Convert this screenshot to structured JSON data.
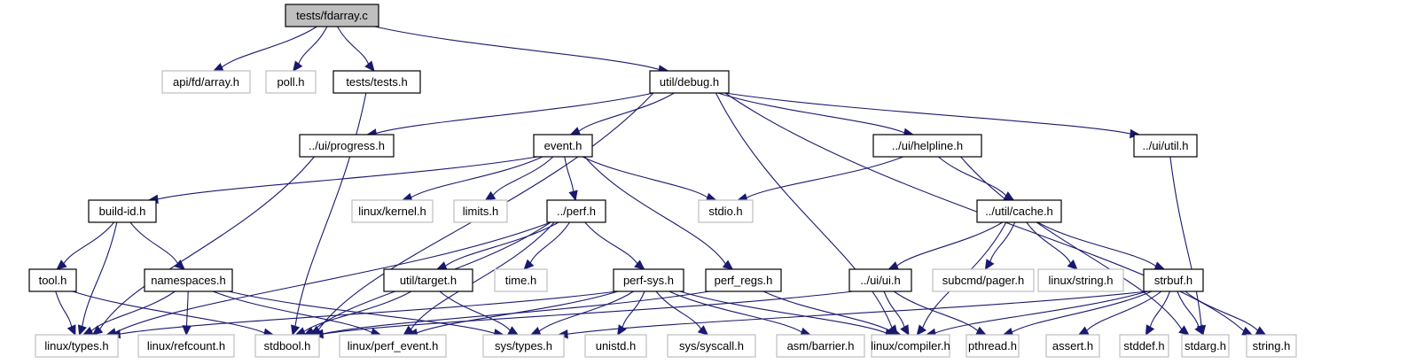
{
  "diagram": {
    "type": "include-dependency-graph",
    "root": "tests/fdarray.c",
    "colors": {
      "edge": "#191970",
      "root_fill": "#bfbfbf",
      "internal_border": "#000000",
      "external_border": "#bfbfbf"
    },
    "nodes": [
      {
        "id": "fdarray_c",
        "label": "tests/fdarray.c",
        "kind": "root"
      },
      {
        "id": "api_fd_array_h",
        "label": "api/fd/array.h",
        "kind": "external"
      },
      {
        "id": "poll_h",
        "label": "poll.h",
        "kind": "external"
      },
      {
        "id": "tests_tests_h",
        "label": "tests/tests.h",
        "kind": "internal"
      },
      {
        "id": "util_debug_h",
        "label": "util/debug.h",
        "kind": "internal"
      },
      {
        "id": "ui_progress_h",
        "label": "../ui/progress.h",
        "kind": "internal"
      },
      {
        "id": "event_h",
        "label": "event.h",
        "kind": "internal"
      },
      {
        "id": "ui_helpline_h",
        "label": "../ui/helpline.h",
        "kind": "internal"
      },
      {
        "id": "ui_util_h",
        "label": "../ui/util.h",
        "kind": "internal"
      },
      {
        "id": "build_id_h",
        "label": "build-id.h",
        "kind": "internal"
      },
      {
        "id": "linux_kernel_h",
        "label": "linux/kernel.h",
        "kind": "external"
      },
      {
        "id": "limits_h",
        "label": "limits.h",
        "kind": "external"
      },
      {
        "id": "perf_h",
        "label": "../perf.h",
        "kind": "internal"
      },
      {
        "id": "stdio_h",
        "label": "stdio.h",
        "kind": "external"
      },
      {
        "id": "util_cache_h",
        "label": "../util/cache.h",
        "kind": "internal"
      },
      {
        "id": "tool_h",
        "label": "tool.h",
        "kind": "internal"
      },
      {
        "id": "namespaces_h",
        "label": "namespaces.h",
        "kind": "internal"
      },
      {
        "id": "util_target_h",
        "label": "util/target.h",
        "kind": "internal"
      },
      {
        "id": "time_h",
        "label": "time.h",
        "kind": "external"
      },
      {
        "id": "perf_sys_h",
        "label": "perf-sys.h",
        "kind": "internal"
      },
      {
        "id": "perf_regs_h",
        "label": "perf_regs.h",
        "kind": "internal"
      },
      {
        "id": "ui_ui_h",
        "label": "../ui/ui.h",
        "kind": "internal"
      },
      {
        "id": "subcmd_pager_h",
        "label": "subcmd/pager.h",
        "kind": "external"
      },
      {
        "id": "linux_string_h",
        "label": "linux/string.h",
        "kind": "external"
      },
      {
        "id": "strbuf_h",
        "label": "strbuf.h",
        "kind": "internal"
      },
      {
        "id": "linux_types_h",
        "label": "linux/types.h",
        "kind": "external"
      },
      {
        "id": "linux_refcount_h",
        "label": "linux/refcount.h",
        "kind": "external"
      },
      {
        "id": "stdbool_h",
        "label": "stdbool.h",
        "kind": "external"
      },
      {
        "id": "linux_perf_event_h",
        "label": "linux/perf_event.h",
        "kind": "external"
      },
      {
        "id": "sys_types_h",
        "label": "sys/types.h",
        "kind": "external"
      },
      {
        "id": "unistd_h",
        "label": "unistd.h",
        "kind": "external"
      },
      {
        "id": "sys_syscall_h",
        "label": "sys/syscall.h",
        "kind": "external"
      },
      {
        "id": "asm_barrier_h",
        "label": "asm/barrier.h",
        "kind": "external"
      },
      {
        "id": "linux_compiler_h",
        "label": "linux/compiler.h",
        "kind": "external"
      },
      {
        "id": "pthread_h",
        "label": "pthread.h",
        "kind": "external"
      },
      {
        "id": "assert_h",
        "label": "assert.h",
        "kind": "external"
      },
      {
        "id": "stddef_h",
        "label": "stddef.h",
        "kind": "external"
      },
      {
        "id": "stdarg_h",
        "label": "stdarg.h",
        "kind": "external"
      },
      {
        "id": "string_h",
        "label": "string.h",
        "kind": "external"
      }
    ],
    "edges": [
      [
        "fdarray_c",
        "api_fd_array_h"
      ],
      [
        "fdarray_c",
        "poll_h"
      ],
      [
        "fdarray_c",
        "tests_tests_h"
      ],
      [
        "fdarray_c",
        "util_debug_h"
      ],
      [
        "tests_tests_h",
        "stdbool_h"
      ],
      [
        "util_debug_h",
        "ui_progress_h"
      ],
      [
        "util_debug_h",
        "stdbool_h"
      ],
      [
        "util_debug_h",
        "event_h"
      ],
      [
        "util_debug_h",
        "linux_compiler_h"
      ],
      [
        "util_debug_h",
        "ui_helpline_h"
      ],
      [
        "util_debug_h",
        "ui_util_h"
      ],
      [
        "util_debug_h",
        "string_h"
      ],
      [
        "ui_progress_h",
        "linux_types_h"
      ],
      [
        "event_h",
        "build_id_h"
      ],
      [
        "event_h",
        "linux_kernel_h"
      ],
      [
        "event_h",
        "limits_h"
      ],
      [
        "event_h",
        "perf_h"
      ],
      [
        "event_h",
        "stdio_h"
      ],
      [
        "event_h",
        "perf_regs_h"
      ],
      [
        "ui_helpline_h",
        "stdio_h"
      ],
      [
        "ui_helpline_h",
        "util_cache_h"
      ],
      [
        "ui_helpline_h",
        "stdarg_h"
      ],
      [
        "ui_util_h",
        "stdarg_h"
      ],
      [
        "build_id_h",
        "tool_h"
      ],
      [
        "build_id_h",
        "namespaces_h"
      ],
      [
        "build_id_h",
        "linux_types_h"
      ],
      [
        "perf_h",
        "linux_types_h"
      ],
      [
        "perf_h",
        "stdbool_h"
      ],
      [
        "perf_h",
        "util_target_h"
      ],
      [
        "perf_h",
        "time_h"
      ],
      [
        "perf_h",
        "linux_perf_event_h"
      ],
      [
        "perf_h",
        "perf_sys_h"
      ],
      [
        "util_cache_h",
        "ui_ui_h"
      ],
      [
        "util_cache_h",
        "subcmd_pager_h"
      ],
      [
        "util_cache_h",
        "linux_compiler_h"
      ],
      [
        "util_cache_h",
        "linux_string_h"
      ],
      [
        "util_cache_h",
        "strbuf_h"
      ],
      [
        "tool_h",
        "linux_types_h"
      ],
      [
        "tool_h",
        "stdbool_h"
      ],
      [
        "namespaces_h",
        "linux_types_h"
      ],
      [
        "namespaces_h",
        "linux_refcount_h"
      ],
      [
        "namespaces_h",
        "linux_perf_event_h"
      ],
      [
        "namespaces_h",
        "sys_types_h"
      ],
      [
        "util_target_h",
        "stdbool_h"
      ],
      [
        "util_target_h",
        "sys_types_h"
      ],
      [
        "perf_sys_h",
        "linux_types_h"
      ],
      [
        "perf_sys_h",
        "linux_perf_event_h"
      ],
      [
        "perf_sys_h",
        "sys_types_h"
      ],
      [
        "perf_sys_h",
        "unistd_h"
      ],
      [
        "perf_sys_h",
        "sys_syscall_h"
      ],
      [
        "perf_sys_h",
        "asm_barrier_h"
      ],
      [
        "perf_sys_h",
        "linux_compiler_h"
      ],
      [
        "perf_regs_h",
        "stdbool_h"
      ],
      [
        "perf_regs_h",
        "linux_compiler_h"
      ],
      [
        "ui_ui_h",
        "stdbool_h"
      ],
      [
        "ui_ui_h",
        "linux_compiler_h"
      ],
      [
        "ui_ui_h",
        "pthread_h"
      ],
      [
        "strbuf_h",
        "sys_types_h"
      ],
      [
        "strbuf_h",
        "pthread_h"
      ],
      [
        "strbuf_h",
        "linux_compiler_h"
      ],
      [
        "strbuf_h",
        "assert_h"
      ],
      [
        "strbuf_h",
        "stddef_h"
      ],
      [
        "strbuf_h",
        "stdarg_h"
      ],
      [
        "strbuf_h",
        "string_h"
      ]
    ]
  }
}
